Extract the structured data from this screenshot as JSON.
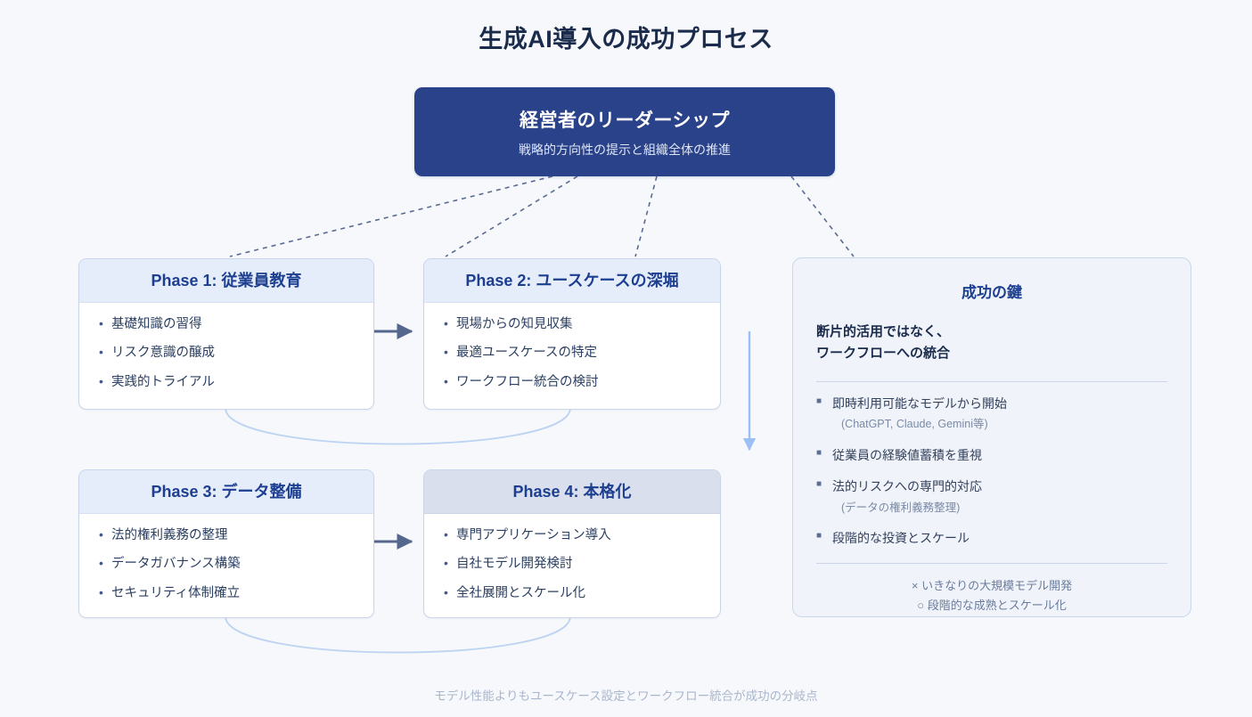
{
  "page": {
    "title": "生成AI導入の成功プロセス",
    "background_color": "#f6f8fb",
    "footer_note": "モデル性能よりもユースケース設定とワークフロー統合が成功の分岐点"
  },
  "leadership": {
    "title": "経営者のリーダーシップ",
    "subtitle": "戦略的方向性の提示と組織全体の推進",
    "color": "#2a4289"
  },
  "phases": [
    {
      "id": "phase-1",
      "heading": "Phase 1: 従業員教育",
      "items": [
        "基礎知識の習得",
        "リスク意識の醸成",
        "実践的トライアル"
      ]
    },
    {
      "id": "phase-2",
      "heading": "Phase 2: ユースケースの深堀",
      "items": [
        "現場からの知見収集",
        "最適ユースケースの特定",
        "ワークフロー統合の検討"
      ]
    },
    {
      "id": "phase-3",
      "heading": "Phase 3: データ整備",
      "items": [
        "法的権利義務の整理",
        "データガバナンス構築",
        "セキュリティ体制確立"
      ]
    },
    {
      "id": "phase-4",
      "heading": "Phase 4: 本格化",
      "items": [
        "専門アプリケーション導入",
        "自社モデル開発検討",
        "全社展開とスケール化"
      ]
    }
  ],
  "success_panel": {
    "title": "成功の鍵",
    "lead_line1": "断片的活用ではなく、",
    "lead_line2": "ワークフローへの統合",
    "items": [
      {
        "text": "即時利用可能なモデルから開始",
        "note": "(ChatGPT, Claude, Gemini等)"
      },
      {
        "text": "従業員の経験値蓄積を重視",
        "note": ""
      },
      {
        "text": "法的リスクへの専門的対応",
        "note": "(データの権利義務整理)"
      },
      {
        "text": "段階的な投資とスケール",
        "note": ""
      }
    ],
    "footer_bad": "× いきなりの大規模モデル開発",
    "footer_good": "○ 段階的な成熟とスケール化"
  },
  "connectors": {
    "dashed_color": "#5a6b91",
    "arrow_color": "#55678d",
    "vertical_arrow_color": "#9cc0f5",
    "loop_color": "#bdd3f2"
  }
}
